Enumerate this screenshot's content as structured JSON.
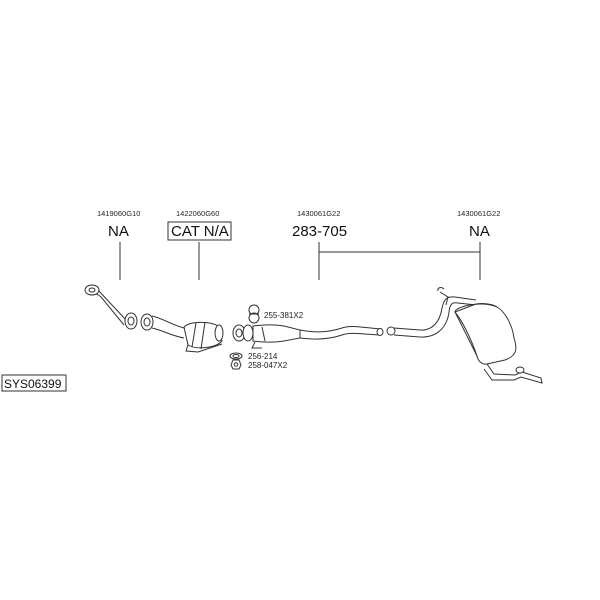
{
  "parts": [
    {
      "id": "front-pipe",
      "code": "1419060G10",
      "value": "NA"
    },
    {
      "id": "catalyst",
      "code": "1422060G60",
      "value": "CAT N/A"
    },
    {
      "id": "intermediate-pipe",
      "code": "1430061G22",
      "value": "283-705"
    },
    {
      "id": "rear-silencer",
      "code": "1430061G22",
      "value": "NA"
    }
  ],
  "hardware": [
    {
      "id": "gasket",
      "value": "255-381X2"
    },
    {
      "id": "ring",
      "value": "256-214"
    },
    {
      "id": "nut",
      "value": "258-047X2"
    }
  ],
  "system_code": "SYS06399"
}
